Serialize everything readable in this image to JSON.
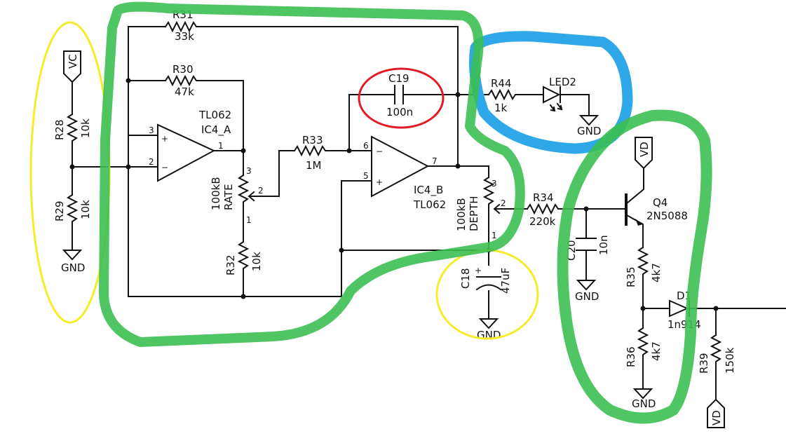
{
  "colors": {
    "wire": "#111111",
    "hl_green": "#3cbf52",
    "hl_yellow": "#f6ec2a",
    "hl_blue": "#2ea8e8",
    "hl_red": "#e01b24"
  },
  "power": {
    "vc": "VC",
    "vd_q4": "VD",
    "vd_r39": "VD",
    "gnd_r29": "GND",
    "gnd_c18": "GND",
    "gnd_led": "GND",
    "gnd_c20": "GND",
    "gnd_r36": "GND"
  },
  "components": {
    "r31": {
      "ref": "R31",
      "val": "33k"
    },
    "r30": {
      "ref": "R30",
      "val": "47k"
    },
    "r28": {
      "ref": "R28",
      "val": "10k"
    },
    "r29": {
      "ref": "R29",
      "val": "10k"
    },
    "r33": {
      "ref": "R33",
      "val": "1M"
    },
    "r32": {
      "ref": "R32",
      "val": "10k"
    },
    "r44": {
      "ref": "R44",
      "val": "1k"
    },
    "r34": {
      "ref": "R34",
      "val": "220k"
    },
    "r35": {
      "ref": "R35",
      "val": "4k7"
    },
    "r36": {
      "ref": "R36",
      "val": "4k7"
    },
    "r39": {
      "ref": "R39",
      "val": "150k"
    },
    "c19": {
      "ref": "C19",
      "val": "100n"
    },
    "c18": {
      "ref": "C18",
      "val": "47uF"
    },
    "c20": {
      "ref": "C20",
      "val": "10n"
    },
    "led2": {
      "ref": "LED2"
    },
    "d1": {
      "ref": "D1",
      "val": "1n914"
    },
    "q4": {
      "ref": "Q4",
      "val": "2N5088"
    },
    "ic4a": {
      "part": "TL062",
      "ref": "IC4_A"
    },
    "ic4b": {
      "part": "TL062",
      "ref": "IC4_B"
    },
    "rate": {
      "val": "100kB",
      "name": "RATE"
    },
    "depth": {
      "val": "100kB",
      "name": "DEPTH"
    }
  },
  "pins": {
    "p1": "1",
    "p2": "2",
    "p3": "3",
    "p5": "5",
    "p6": "6",
    "p7": "7",
    "plus": "+",
    "minus": "−"
  }
}
